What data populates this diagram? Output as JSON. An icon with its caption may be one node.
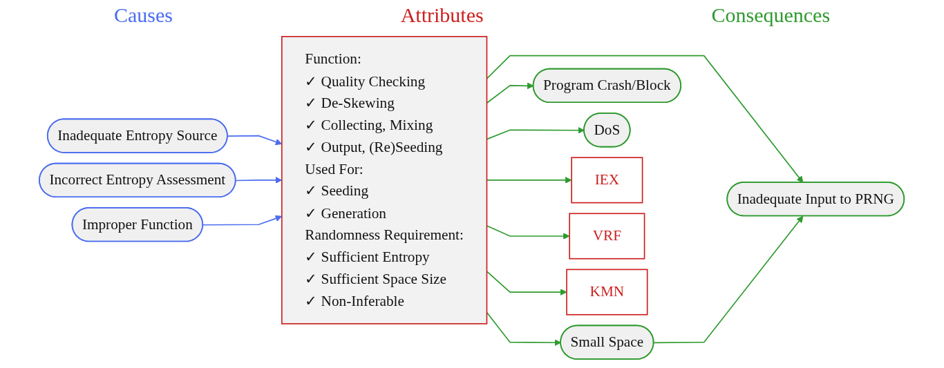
{
  "diagram": {
    "nodes": [
      {
        "text": [
          "Inadequate Entropy Source"
        ]
      },
      {
        "text": [
          "Incorrect Entropy Assessment"
        ]
      },
      {
        "text": [
          "Improper Function"
        ]
      },
      {
        "text": [
          "Function:",
          "✓ Quality Checking",
          "✓ De-Skewing",
          "✓ Collecting, Mixing",
          "✓ Output, (Re)Seeding",
          "Used For:",
          "✓ Seeding",
          "✓ Generation",
          "Randomness Requirement:",
          "✓ Sufficient Entropy",
          "✓ Sufficient Space Size",
          "✓ Non-Inferable"
        ]
      },
      {
        "text": [
          "Small Space"
        ]
      },
      {
        "text": [
          "Inadequate Input to PRNG"
        ]
      },
      {
        "text": [
          "Program Crash/Block"
        ]
      },
      {
        "text": [
          "DoS"
        ]
      },
      {
        "text": [
          "IEX"
        ]
      },
      {
        "text": [
          "VRF"
        ]
      },
      {
        "text": [
          "KMN"
        ]
      }
    ],
    "edges": [
      {
        "from": 0,
        "to": 3,
        "arrow": "to",
        "color": "#4a6cf0"
      },
      {
        "from": 1,
        "to": 3,
        "arrow": "to",
        "color": "#4a6cf0"
      },
      {
        "from": 2,
        "to": 3,
        "arrow": "to",
        "color": "#4a6cf0"
      },
      {
        "from": 3,
        "to": 4,
        "arrow": "to"
      },
      {
        "from": 3,
        "to": 5,
        "arrow": "to"
      },
      {
        "from": 3,
        "to": 6,
        "arrow": "to"
      },
      {
        "from": 3,
        "to": 7,
        "arrow": "to"
      },
      {
        "from": 3,
        "to": 8,
        "arrow": "to"
      },
      {
        "from": 3,
        "to": 9,
        "arrow": "to"
      },
      {
        "from": 3,
        "to": 10,
        "arrow": "to"
      },
      {
        "from": 4,
        "to": 5,
        "arrow": "to"
      }
    ],
    "labels": [
      "Causes",
      "Attributes",
      "Consequences"
    ]
  }
}
